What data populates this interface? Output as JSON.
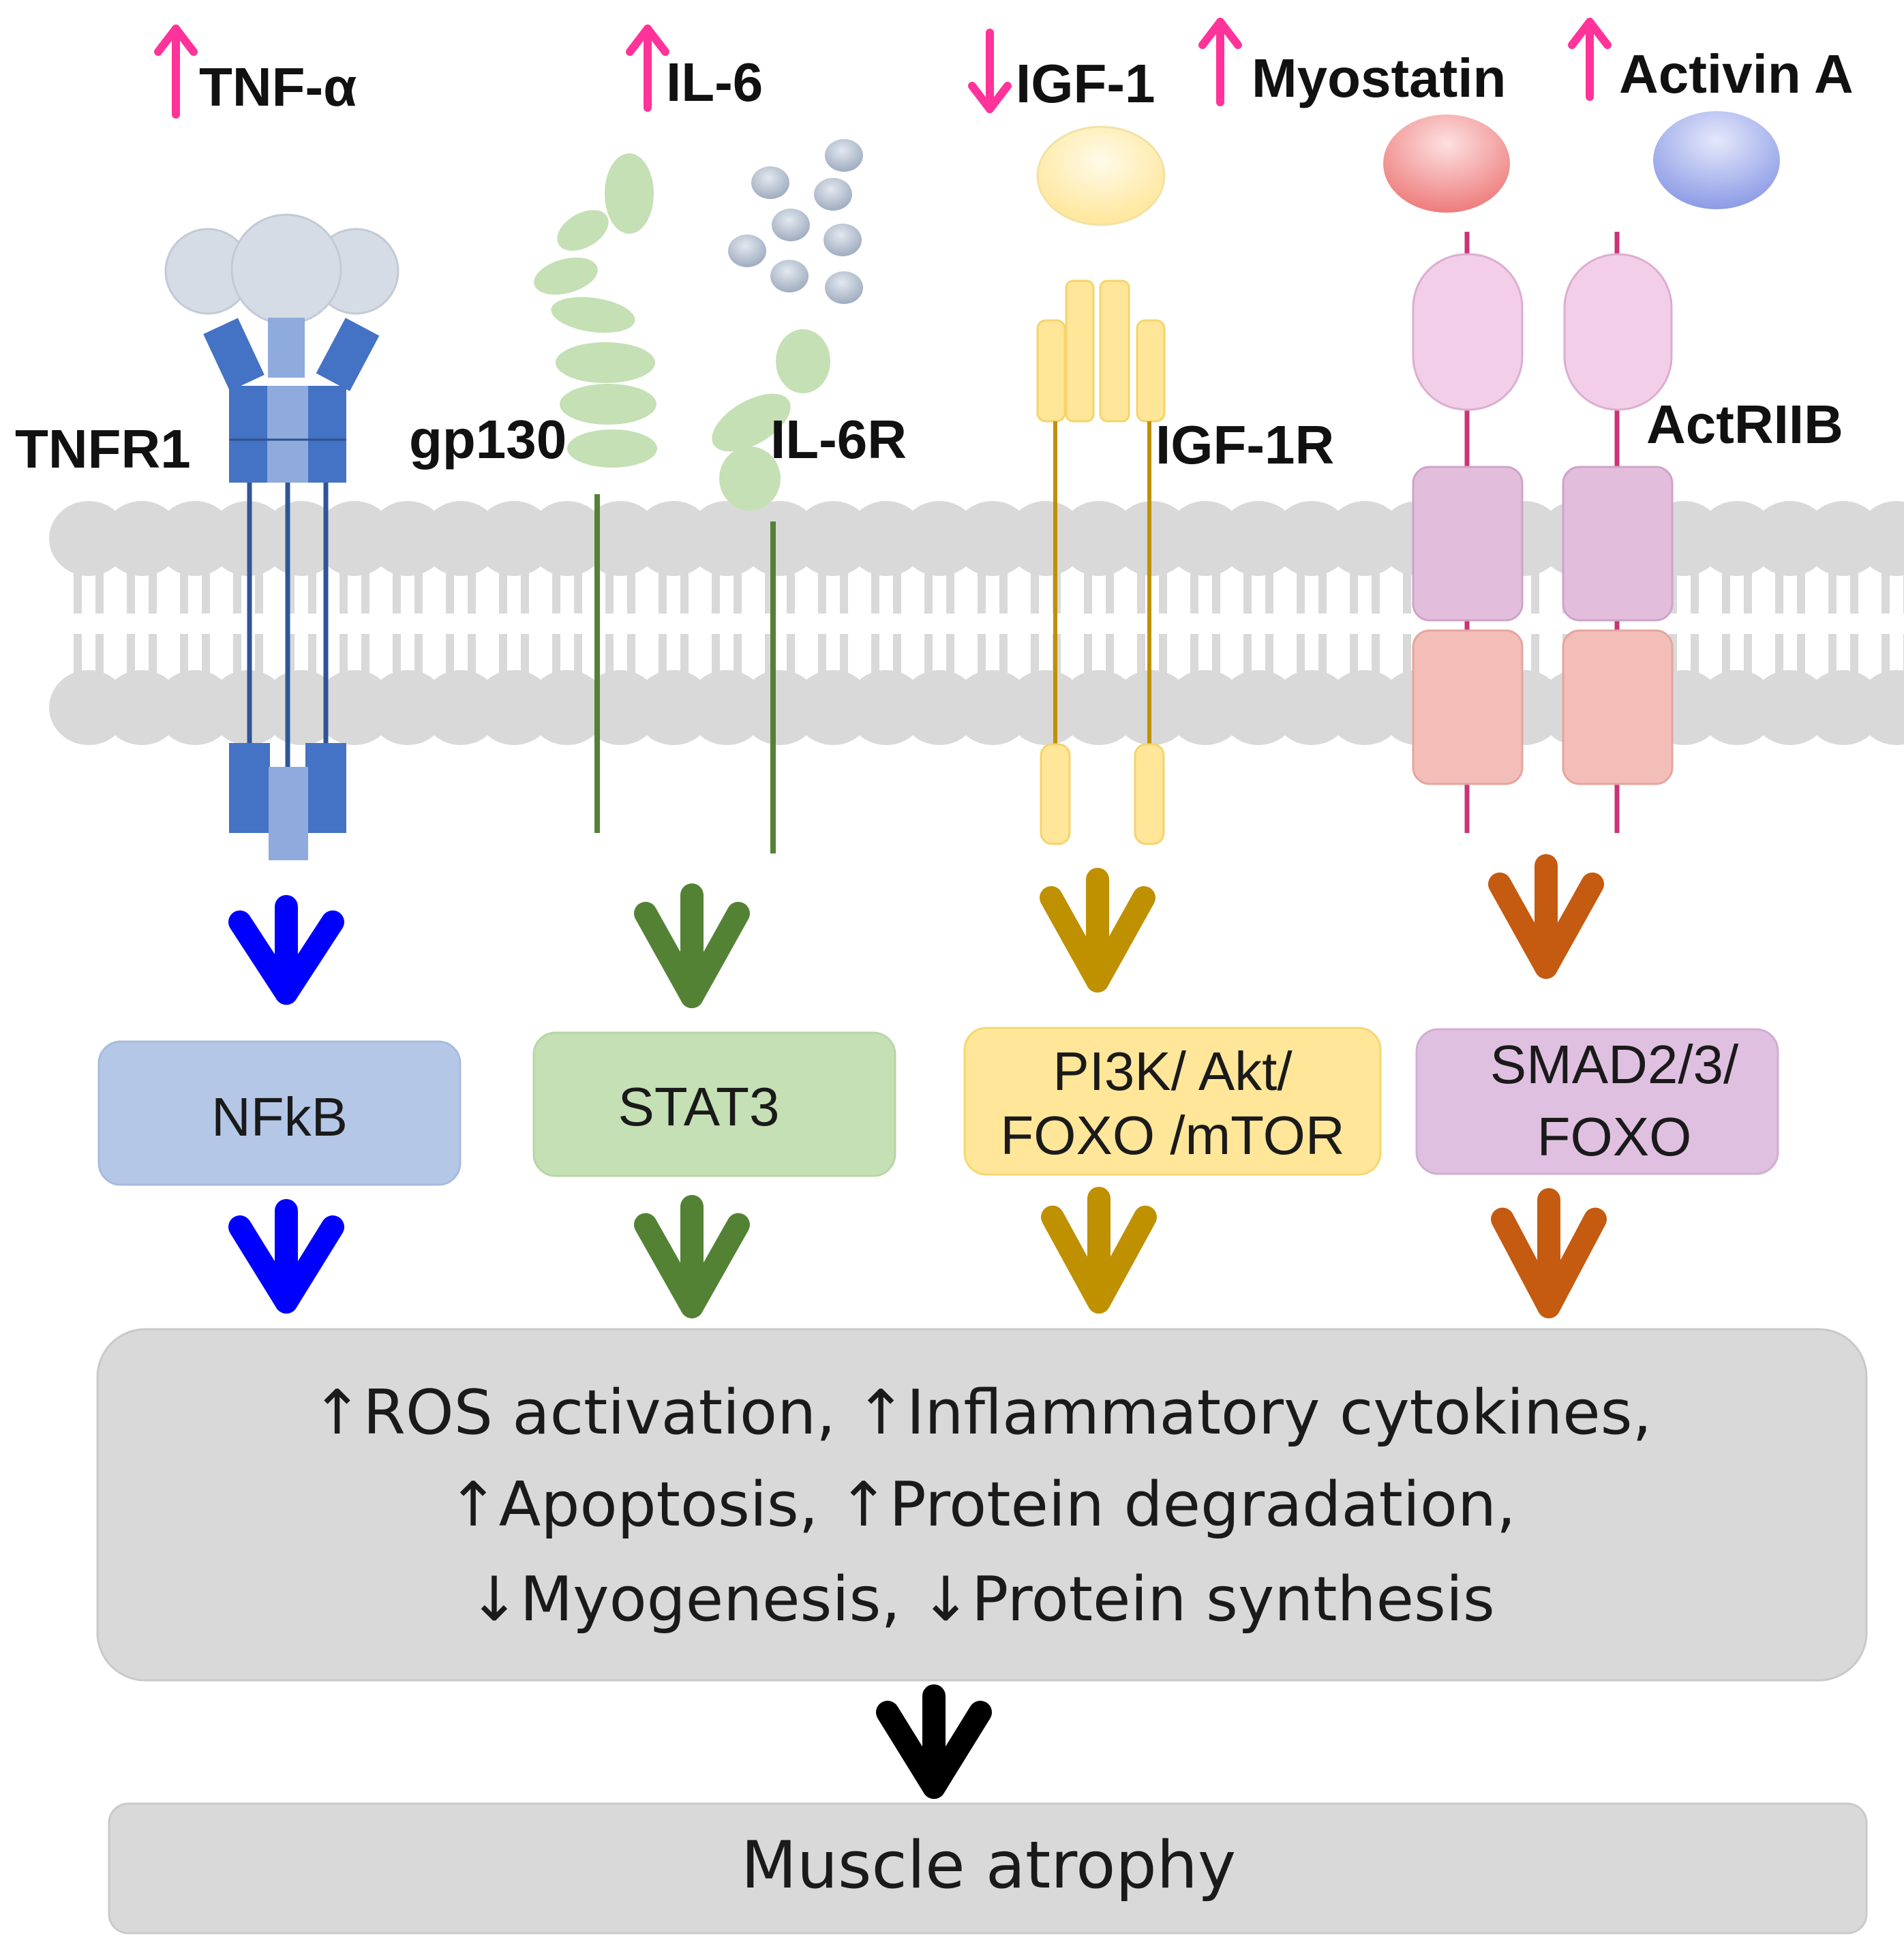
{
  "ligands": [
    {
      "id": "tnf",
      "name": "TNF-α",
      "change": "↑",
      "change_color": "#FF3399"
    },
    {
      "id": "il6",
      "name": "IL-6",
      "change": "↑",
      "change_color": "#FF3399"
    },
    {
      "id": "igf1",
      "name": "IGF-1",
      "change": "↓",
      "change_color": "#FF3399"
    },
    {
      "id": "myostatin",
      "name": "Myostatin",
      "change": "↑",
      "change_color": "#FF3399"
    },
    {
      "id": "activin",
      "name": "Activin A",
      "change": "↑",
      "change_color": "#FF3399"
    }
  ],
  "receptors": {
    "tnfr1": "TNFR1",
    "gp130": "gp130",
    "il6r": "IL-6R",
    "igf1r": "IGF-1R",
    "actriib": "ActRIIB"
  },
  "pathways": [
    {
      "id": "nfkb",
      "lines": [
        "NFkB"
      ],
      "fill": "#B4C7E7",
      "arrow_color": "#0000FF"
    },
    {
      "id": "stat3",
      "lines": [
        "STAT3"
      ],
      "fill": "#C5E0B4",
      "arrow_color": "#548235"
    },
    {
      "id": "pi3k",
      "lines": [
        "PI3K/ Akt/",
        "FOXO /mTOR"
      ],
      "fill": "#FFE699",
      "arrow_color": "#BF9000"
    },
    {
      "id": "smad",
      "lines": [
        "SMAD2/3/",
        "FOXO"
      ],
      "fill": "#E0C0E0",
      "arrow_color": "#C55A11"
    }
  ],
  "effects": {
    "line1": "↑ROS activation, ↑Inflammatory cytokines,",
    "line2": "↑Apoptosis, ↑Protein degradation,",
    "line3": "↓Myogenesis, ↓Protein synthesis"
  },
  "outcome": "Muscle atrophy",
  "colors": {
    "membrane": "#D9D9D9",
    "tnfr_dark": "#4472C4",
    "tnfr_light": "#8FAADC",
    "tnf_ligand": "#D6DCE5",
    "gp130_green": "#C5E0B4",
    "stem_green": "#548235",
    "il6_dot": "#ADB9CA",
    "igf1r_fill": "#FFE699",
    "igf1r_stem": "#BF9000",
    "igf1_ligand": "#FFF2CC",
    "myostatin_ligand": "#F4A0A0",
    "activin_ligand": "#A9B4EE",
    "actr_top": "#F2CEE8",
    "actr_mid": "#E2BEDC",
    "actr_bot": "#F4BEB8",
    "actr_stem": "#CC3377",
    "effect_box": "#D9D9D9",
    "black_arrow": "#000000"
  }
}
